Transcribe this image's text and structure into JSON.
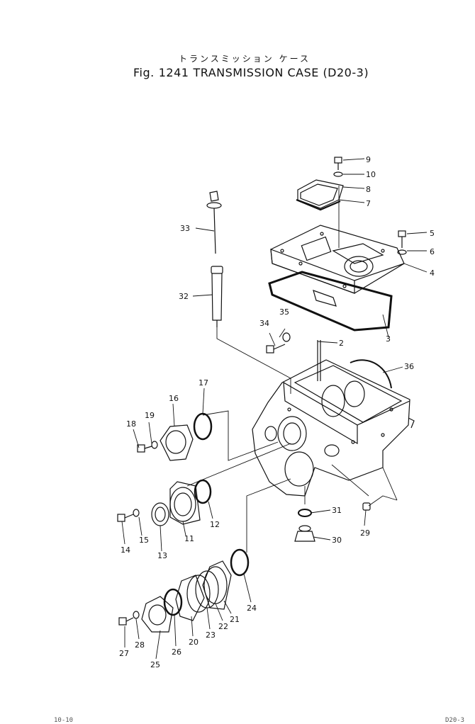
{
  "title": {
    "japanese": "トランスミッション ケース",
    "fig": "Fig.",
    "number": "1241",
    "text": "TRANSMISSION CASE (D20-3)"
  },
  "callouts": [
    {
      "n": "9"
    },
    {
      "n": "10"
    },
    {
      "n": "8"
    },
    {
      "n": "7"
    },
    {
      "n": "5"
    },
    {
      "n": "6"
    },
    {
      "n": "4"
    },
    {
      "n": "3"
    },
    {
      "n": "33"
    },
    {
      "n": "32"
    },
    {
      "n": "35"
    },
    {
      "n": "34"
    },
    {
      "n": "2"
    },
    {
      "n": "36"
    },
    {
      "n": "17"
    },
    {
      "n": "16"
    },
    {
      "n": "19"
    },
    {
      "n": "18"
    },
    {
      "n": "12"
    },
    {
      "n": "11"
    },
    {
      "n": "13"
    },
    {
      "n": "15"
    },
    {
      "n": "14"
    },
    {
      "n": "31"
    },
    {
      "n": "30"
    },
    {
      "n": "29"
    },
    {
      "n": "24"
    },
    {
      "n": "21"
    },
    {
      "n": "22"
    },
    {
      "n": "23"
    },
    {
      "n": "20"
    },
    {
      "n": "26"
    },
    {
      "n": "25"
    },
    {
      "n": "28"
    },
    {
      "n": "27"
    }
  ],
  "footer": {
    "left": "10-10",
    "right": "D20-3"
  }
}
